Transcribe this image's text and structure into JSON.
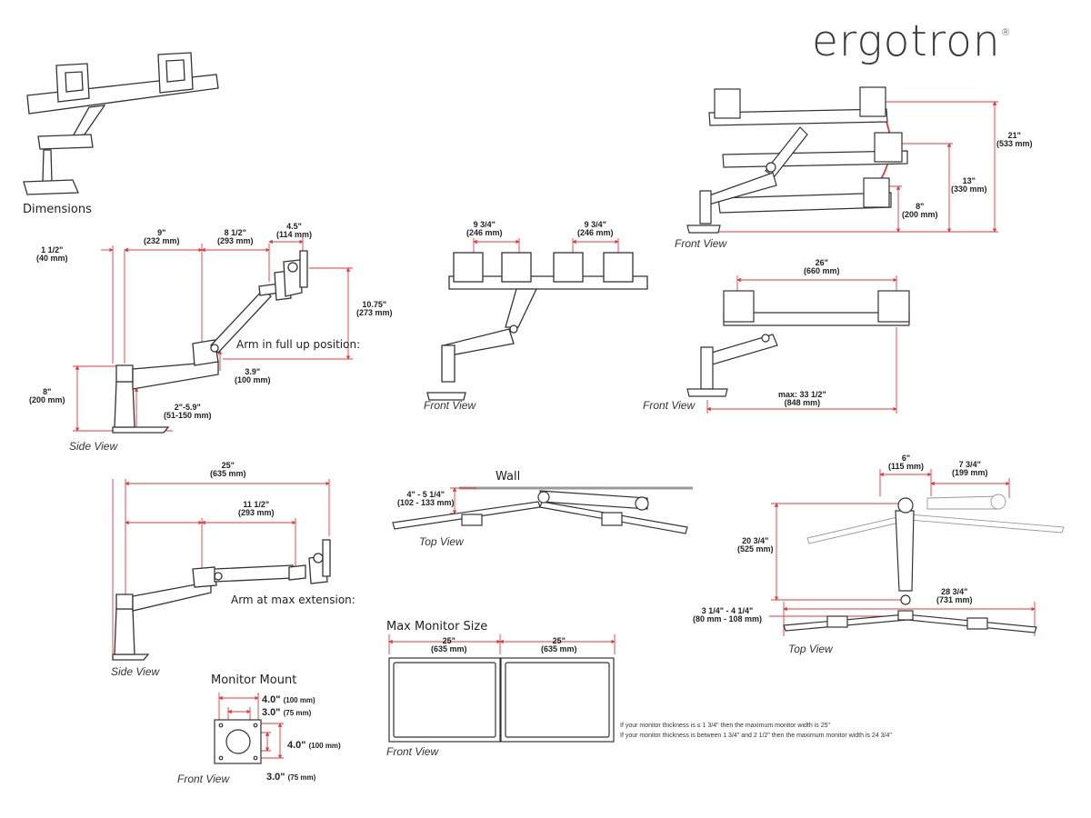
{
  "brand": {
    "logo_text": "ergotron",
    "registered_mark": "®"
  },
  "sections": {
    "dimensions": "Dimensions",
    "max_monitor_size": "Max Monitor Size",
    "monitor_mount": "Monitor Mount",
    "wall": "Wall"
  },
  "captions": {
    "side_view": "Side View",
    "front_view": "Front View",
    "top_view": "Top View"
  },
  "notes": {
    "arm_full_up": "Arm in full up position:",
    "arm_max_extension": "Arm at max extension:",
    "thickness_note_1": "If your monitor thickness is ≤ 1 3/4\" then the maximum monitor width is 25\"",
    "thickness_note_2": "If your monitor thickness is between 1 3/4\" and 2 1/2\" then the maximum monitor width is 24 3/4\""
  },
  "dims": {
    "d_1_5": [
      "1 1/2\"",
      "(40 mm)"
    ],
    "d_9": [
      "9\"",
      "(232 mm)"
    ],
    "d_8_5": [
      "8 1/2\"",
      "(293 mm)"
    ],
    "d_4_5": [
      "4.5\"",
      "(114 mm)"
    ],
    "d_10_75": [
      "10.75\"",
      "(273 mm)"
    ],
    "d_8": [
      "8\"",
      "(200 mm)"
    ],
    "d_3_9": [
      "3.9\"",
      "(100 mm)"
    ],
    "d_2_5_9": [
      "2\"-5.9\"",
      "(51-150 mm)"
    ],
    "d_9_75_a": [
      "9 3/4\"",
      "(246 mm)"
    ],
    "d_9_75_b": [
      "9 3/4\"",
      "(246 mm)"
    ],
    "d_21": [
      "21\"",
      "(533 mm)"
    ],
    "d_13": [
      "13\"",
      "(330 mm)"
    ],
    "d_8_fv": [
      "8\"",
      "(200 mm)"
    ],
    "d_26": [
      "26\"",
      "(660 mm)"
    ],
    "d_max_33_5": [
      "max: 33 1/2\"",
      "(848 mm)"
    ],
    "d_25_side": [
      "25\"",
      "(635 mm)"
    ],
    "d_11_5": [
      "11 1/2\"",
      "(293 mm)"
    ],
    "d_4_5_25": [
      "4\" - 5 1/4\"",
      "(102 - 133 mm)"
    ],
    "d_25_a": [
      "25\"",
      "(635 mm)"
    ],
    "d_25_b": [
      "25\"",
      "(635 mm)"
    ],
    "d_6": [
      "6\"",
      "(115 mm)"
    ],
    "d_7_75": [
      "7 3/4\"",
      "(199 mm)"
    ],
    "d_20_75": [
      "20 3/4\"",
      "(525 mm)"
    ],
    "d_28_75": [
      "28 3/4\"",
      "(731 mm)"
    ],
    "d_3_25_4_25": [
      "3 1/4\" - 4 1/4\"",
      "(80 mm - 108 mm)"
    ]
  },
  "vesa": {
    "top_outer": [
      "4.0\"",
      "(100 mm)"
    ],
    "top_inner": [
      "3.0\"",
      "(75 mm)"
    ],
    "right_outer": [
      "4.0\"",
      "(100 mm)"
    ],
    "bottom_inner": [
      "3.0\"",
      "(75 mm)"
    ]
  },
  "colors": {
    "dimension_line": "#e0393e",
    "line_art": "#333333",
    "wall": "#999999"
  }
}
